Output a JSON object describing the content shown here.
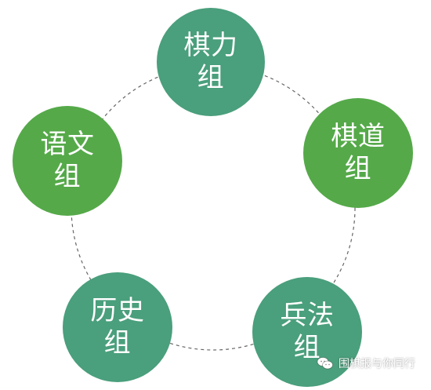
{
  "diagram": {
    "nodes": [
      {
        "id": "top",
        "label": "棋力\n组",
        "color": "#4a9f7c"
      },
      {
        "id": "right",
        "label": "棋道\n组",
        "color": "#55a949"
      },
      {
        "id": "bottom_right",
        "label": "兵法\n组",
        "color": "#4a9f7c"
      },
      {
        "id": "bottom_left",
        "label": "历史\n组",
        "color": "#4a9f7c"
      },
      {
        "id": "left",
        "label": "语文\n组",
        "color": "#55a949"
      }
    ],
    "ring": {
      "style": "dashed",
      "color": "#666666"
    }
  },
  "watermark": {
    "text": "围棋报与你同行",
    "icon": "wechat-icon"
  }
}
